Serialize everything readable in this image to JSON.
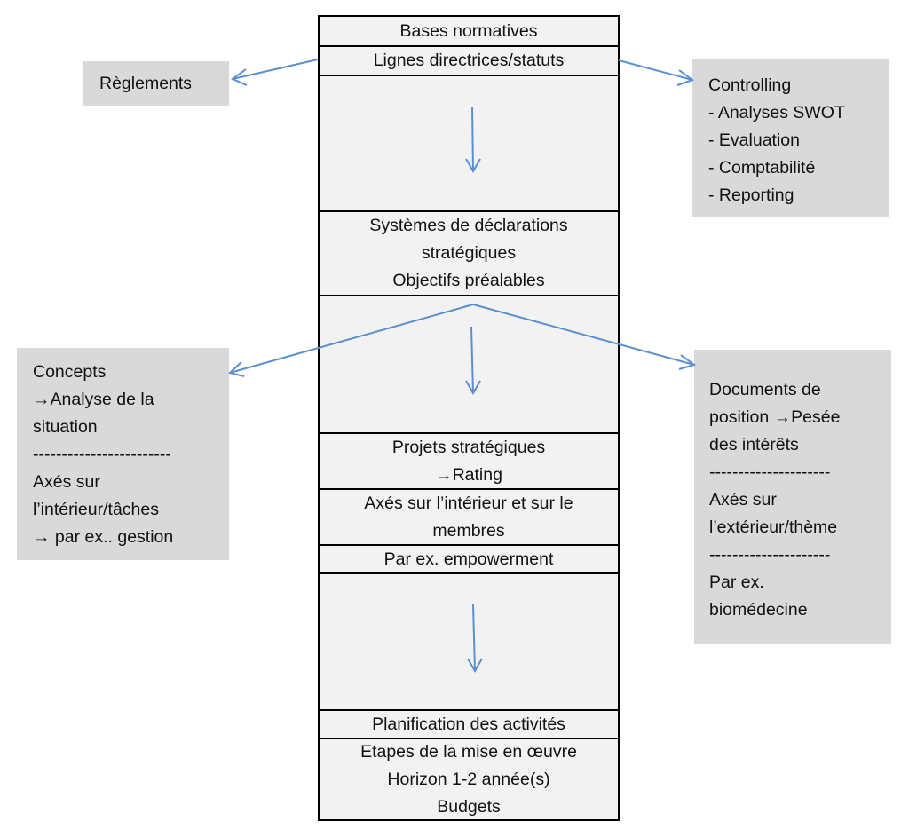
{
  "diagram": {
    "central_column": {
      "rows": [
        {
          "id": "bases",
          "lines": [
            "Bases normatives"
          ]
        },
        {
          "id": "lignes",
          "lines": [
            "Lignes directrices/statuts"
          ]
        },
        {
          "id": "gap1",
          "lines": []
        },
        {
          "id": "systemes",
          "lines": [
            "Systèmes de déclarations",
            "stratégiques",
            "Objectifs préalables"
          ]
        },
        {
          "id": "gap2",
          "lines": []
        },
        {
          "id": "projets",
          "lines": [
            "Projets stratégiques",
            "→Rating"
          ]
        },
        {
          "id": "axes",
          "lines": [
            "Axés sur l’intérieur et sur le",
            "membres"
          ]
        },
        {
          "id": "empowerment",
          "lines": [
            "Par ex. empowerment"
          ]
        },
        {
          "id": "gap3",
          "lines": []
        },
        {
          "id": "planification",
          "lines": [
            "Planification des activités"
          ]
        },
        {
          "id": "etapes",
          "lines": [
            "Etapes de la mise en œuvre",
            "Horizon 1-2 année(s)",
            "Budgets"
          ]
        }
      ]
    },
    "side_boxes": {
      "reglements": {
        "lines": [
          "Règlements"
        ]
      },
      "controlling": {
        "lines": [
          "Controlling",
          "- Analyses SWOT",
          "- Evaluation",
          "- Comptabilité",
          "- Reporting"
        ]
      },
      "concepts": {
        "lines": [
          "Concepts",
          "→Analyse de la",
          "situation",
          "------------------------",
          "Axés sur",
          "l’intérieur/tâches",
          "→ par ex.. gestion"
        ]
      },
      "documents": {
        "lines": [
          "Documents de",
          "position →Pesée",
          "des intérêts",
          "---------------------",
          "Axés sur",
          "l’extérieur/thème",
          "---------------------",
          "Par ex.",
          "biomédecine"
        ]
      }
    },
    "colors": {
      "arrow": "#5b8fd0",
      "column_fill": "#f2f2f2",
      "side_fill": "#d9d9d9",
      "border": "#000000"
    }
  }
}
